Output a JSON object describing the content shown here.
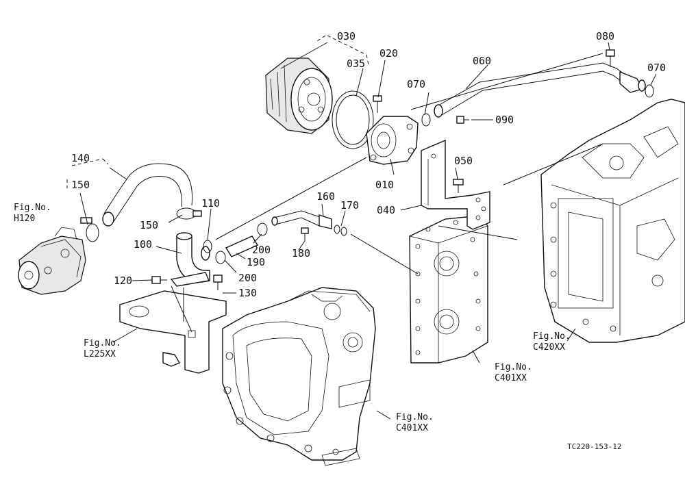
{
  "diagram": {
    "callouts": [
      "030",
      "020",
      "035",
      "070",
      "060",
      "080",
      "070",
      "090",
      "010",
      "050",
      "040",
      "140",
      "150",
      "110",
      "160",
      "170",
      "150",
      "100",
      "200",
      "190",
      "180",
      "200",
      "120",
      "130"
    ],
    "figure_refs": {
      "h120": [
        "Fig.No.",
        "H120"
      ],
      "l225": [
        "Fig.No.",
        "L225XX"
      ],
      "c420": [
        "Fig.No.",
        "C420XX"
      ],
      "c401a": [
        "Fig.No.",
        "C401XX"
      ],
      "c401b": [
        "Fig.No.",
        "C401XX"
      ]
    },
    "drawing_code": "TC220-153-12"
  }
}
